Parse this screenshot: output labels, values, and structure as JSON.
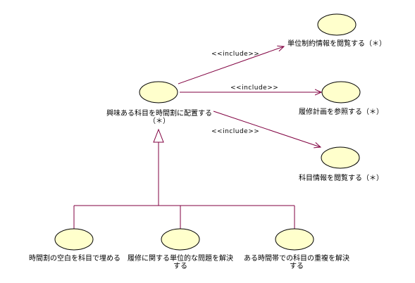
{
  "diagram": {
    "type": "uml-use-case",
    "colors": {
      "usecase_fill": "#ffffcc",
      "usecase_stroke": "#000000",
      "relation_line": "#800040"
    },
    "usecases": {
      "main": "興味ある科目を時間割に配置する（＊）",
      "view_unit_constraints": "単位制約情報を閲覧する（＊）",
      "view_course_plan": "履修計画を参照する（＊）",
      "view_subject_info": "科目情報を閲覧する（＊）",
      "fill_timetable_gaps": "時間割の空白を科目で埋める",
      "solve_unit_problems": "履修に関する単位的な問題を解決する",
      "solve_subject_overlap": "ある時間帯での科目の重複を解決する"
    },
    "relations": {
      "include_1": "<<include>>",
      "include_2": "<<include>>",
      "include_3": "<<include>>"
    }
  }
}
